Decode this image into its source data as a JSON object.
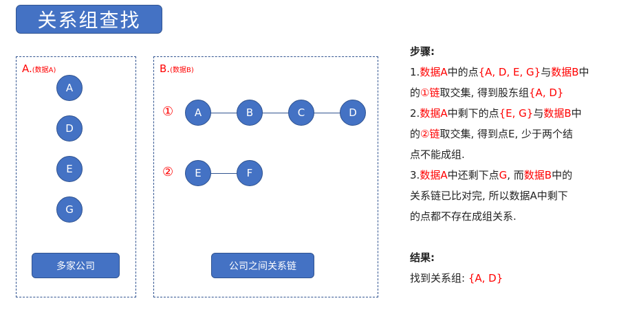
{
  "title": "关系组查找",
  "panel_a": {
    "label_main": "A.",
    "label_sub": "(数据A)",
    "nodes": [
      "A",
      "D",
      "E",
      "G"
    ],
    "button": "多家公司"
  },
  "panel_b": {
    "label_main": "B.",
    "label_sub": "(数据B)",
    "chain1": {
      "num": "①",
      "nodes": [
        "A",
        "B",
        "C",
        "D"
      ]
    },
    "chain2": {
      "num": "②",
      "nodes": [
        "E",
        "F"
      ]
    },
    "button": "公司之间关系链"
  },
  "steps": {
    "heading": "步骤:",
    "s1": {
      "p1": "1.",
      "r1": "数据A",
      "p2": "中的点",
      "r2": "{A, D, E, G}",
      "p3": "与",
      "r3": "数据B",
      "p4": "中",
      "p5": "的",
      "r4": "①链",
      "p6": "取交集, 得到股东组",
      "r5": "{A, D}"
    },
    "s2": {
      "p1": "2.",
      "r1": "数据A",
      "p2": "中剩下的点",
      "r2": "{E, G}",
      "p3": "与",
      "r3": "数据B",
      "p4": "中",
      "p5": "的",
      "r4": "②链",
      "p6": "取交集, 得到点E, 少于两个结",
      "p7": "点不能成组."
    },
    "s3": {
      "p1": "3.",
      "r1": "数据A",
      "p2": "中还剩下点",
      "r2": "G",
      "p3": ", 而",
      "r3": "数据B",
      "p4": "中的",
      "p5": "关系链已比对完, 所以数据A中剩下",
      "p6": "的点都不存在成组关系."
    },
    "result_heading": "结果:",
    "result_text": "找到关系组: ",
    "result_value": "{A, D}"
  },
  "colors": {
    "node": "#4472c4",
    "border": "#2f528f",
    "highlight": "#ff0000"
  }
}
